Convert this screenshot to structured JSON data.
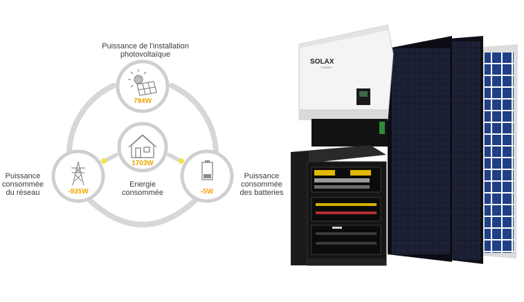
{
  "colors": {
    "ring": "#d7d7d7",
    "node_ring": "#cfcfcf",
    "icon": "#8d8d8d",
    "value": "#f0a400",
    "connector": "#f4e24a",
    "text": "#3a3a3a"
  },
  "nodes": {
    "solar": {
      "label_line1": "Puissance de l'installation",
      "label_line2": "photovoltaïque",
      "value": "794W",
      "icon": "solar-panel-sun-icon"
    },
    "home": {
      "label_line1": "Energie",
      "label_line2": "consommée",
      "value": "1703W",
      "icon": "house-icon"
    },
    "grid": {
      "label_line1": "Puissance",
      "label_line2": "consommée",
      "label_line3": "du réseau",
      "value": "-935W",
      "icon": "power-pylon-icon"
    },
    "battery": {
      "label_line1": "Puissance",
      "label_line2": "consommée",
      "label_line3": "des batteries",
      "value": "-5W",
      "icon": "battery-icon"
    }
  },
  "product": {
    "brand": "SOLAX",
    "brand_sub": "POWER"
  }
}
